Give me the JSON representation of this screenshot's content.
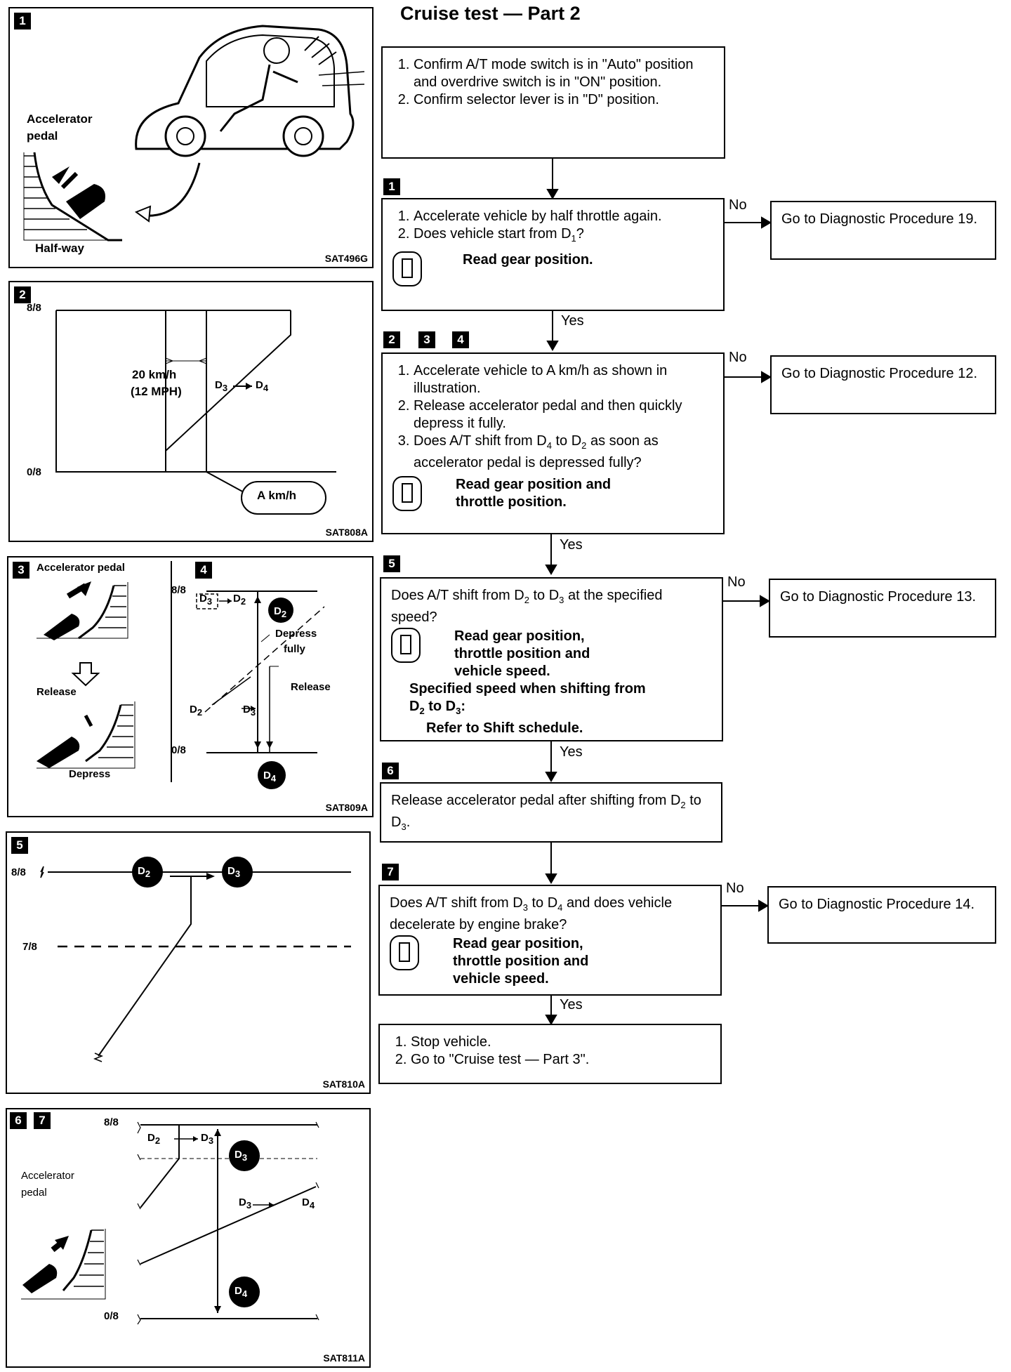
{
  "title": "Cruise test — Part 2",
  "illustrations": {
    "panel1": {
      "number": "1",
      "code": "SAT496G",
      "accelerator_label_1": "Accelerator",
      "accelerator_label_2": "pedal",
      "halfway_label": "Half-way"
    },
    "panel2": {
      "number": "2",
      "code": "SAT808A",
      "top_label": "8/8",
      "bottom_label": "0/8",
      "speed_label_1": "20 km/h",
      "speed_label_2": "(12 MPH)",
      "shift_from": "D",
      "shift_from_sub": "3",
      "shift_to": "D",
      "shift_to_sub": "4",
      "a_kmh": "A km/h"
    },
    "panel3": {
      "number": "3",
      "accelerator_label": "Accelerator pedal",
      "release_label": "Release",
      "depress_label": "Depress"
    },
    "panel4": {
      "number": "4",
      "code": "SAT809A",
      "top_label": "8/8",
      "bottom_label": "0/8",
      "top_from": "D",
      "top_from_sub": "3",
      "top_to": "D",
      "top_to_sub": "2",
      "mid_from": "D",
      "mid_from_sub": "2",
      "mid_to": "D",
      "mid_to_sub": "3",
      "depress_fully_1": "Depress",
      "depress_fully_2": "fully",
      "release_label": "Release",
      "circle_top": "D",
      "circle_top_sub": "2",
      "circle_bottom": "D",
      "circle_bottom_sub": "4"
    },
    "panel5": {
      "number": "5",
      "code": "SAT810A",
      "top_label": "8/8",
      "mid_label": "7/8",
      "circle_left": "D",
      "circle_left_sub": "2",
      "circle_right": "D",
      "circle_right_sub": "3"
    },
    "panel67": {
      "number_a": "6",
      "number_b": "7",
      "code": "SAT811A",
      "top_label": "8/8",
      "bottom_label": "0/8",
      "accelerator_label_1": "Accelerator",
      "accelerator_label_2": "pedal",
      "top_from": "D",
      "top_from_sub": "2",
      "top_to": "D",
      "top_to_sub": "3",
      "mid_from": "D",
      "mid_from_sub": "3",
      "mid_to": "D",
      "mid_to_sub": "4",
      "circle_top": "D",
      "circle_top_sub": "3",
      "circle_bottom": "D",
      "circle_bottom_sub": "4"
    }
  },
  "flow": {
    "start": {
      "items": [
        "Confirm A/T mode switch is in \"Auto\" position and overdrive switch is in \"ON\" position.",
        "Confirm selector lever is in \"D\" position."
      ]
    },
    "step1": {
      "badges": [
        "1"
      ],
      "item1": "Accelerate vehicle by half throttle again.",
      "item2_pre": "Does vehicle start from D",
      "item2_sub": "1",
      "item2_post": "?",
      "read": "Read gear position."
    },
    "step2": {
      "badges": [
        "2",
        "3",
        "4"
      ],
      "item1": "Accelerate vehicle to A km/h as shown in illustration.",
      "item2": "Release accelerator pedal and then quickly depress it fully.",
      "item3_pre": "Does A/T shift from D",
      "item3_sub1": "4",
      "item3_mid": " to D",
      "item3_sub2": "2",
      "item3_post": " as soon as accelerator pedal is depressed fully?",
      "read_1": "Read gear position and",
      "read_2": "throttle position."
    },
    "step3": {
      "badges": [
        "5"
      ],
      "q_pre": "Does A/T shift from D",
      "q_sub1": "2",
      "q_mid": " to D",
      "q_sub2": "3",
      "q_post": " at the specified speed?",
      "read_1": "Read gear position,",
      "read_2": "throttle position and",
      "read_3": "vehicle speed.",
      "spec_1": "Specified speed when shifting from",
      "spec_2_pre": "D",
      "spec_2_sub1": "2",
      "spec_2_mid": " to D",
      "spec_2_sub2": "3",
      "spec_2_post": ":",
      "spec_3": "Refer to Shift schedule."
    },
    "step4": {
      "badges": [
        "6"
      ],
      "text_pre": "Release accelerator pedal after shifting from D",
      "text_sub1": "2",
      "text_mid": " to D",
      "text_sub2": "3",
      "text_post": "."
    },
    "step5": {
      "badges": [
        "7"
      ],
      "q_pre": "Does A/T shift from D",
      "q_sub1": "3",
      "q_mid": " to D",
      "q_sub2": "4",
      "q_post": " and does vehicle decelerate by engine brake?",
      "read_1": "Read gear position,",
      "read_2": "throttle position and",
      "read_3": "vehicle speed."
    },
    "end": {
      "items": [
        "Stop vehicle.",
        "Go to \"Cruise test — Part 3\"."
      ]
    },
    "no_outcomes": [
      "Go to Diagnostic Procedure 19.",
      "Go to Diagnostic Procedure 12.",
      "Go to Diagnostic Procedure 13.",
      "Go to Diagnostic Procedure 14."
    ],
    "yes_label": "Yes",
    "no_label": "No"
  }
}
